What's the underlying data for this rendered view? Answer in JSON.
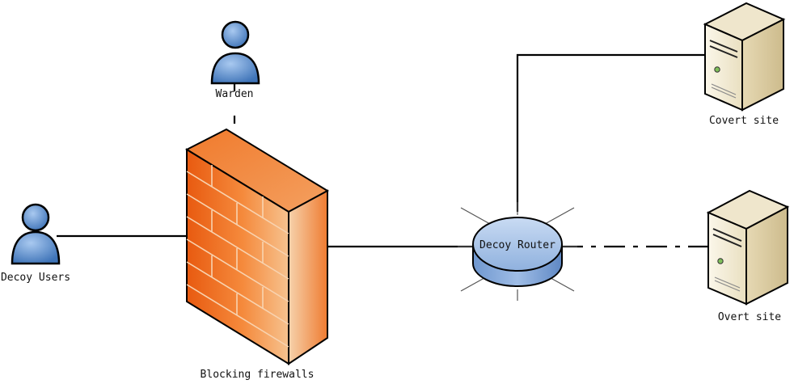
{
  "nodes": {
    "warden": {
      "label": "Warden"
    },
    "decoy_users": {
      "label": "Decoy Users"
    },
    "firewall": {
      "label": "Blocking firewalls"
    },
    "router": {
      "label": "Decoy Router"
    },
    "covert_site": {
      "label": "Covert site"
    },
    "overt_site": {
      "label": "Overt site"
    }
  },
  "edges": [
    {
      "from": "decoy_users",
      "to": "firewall",
      "style": "solid"
    },
    {
      "from": "warden",
      "to": "firewall",
      "style": "dashed"
    },
    {
      "from": "firewall",
      "to": "router",
      "style": "solid"
    },
    {
      "from": "router",
      "to": "covert_site",
      "style": "solid"
    },
    {
      "from": "router",
      "to": "overt_site",
      "style": "dash-dot"
    }
  ],
  "colors": {
    "person_fill": "#5b8fd0",
    "firewall_front": "#f26d21",
    "firewall_side": "#f4a86a",
    "router_fill": "#a9c4e8",
    "server_body": "#f3ecd6",
    "line": "#000000"
  }
}
